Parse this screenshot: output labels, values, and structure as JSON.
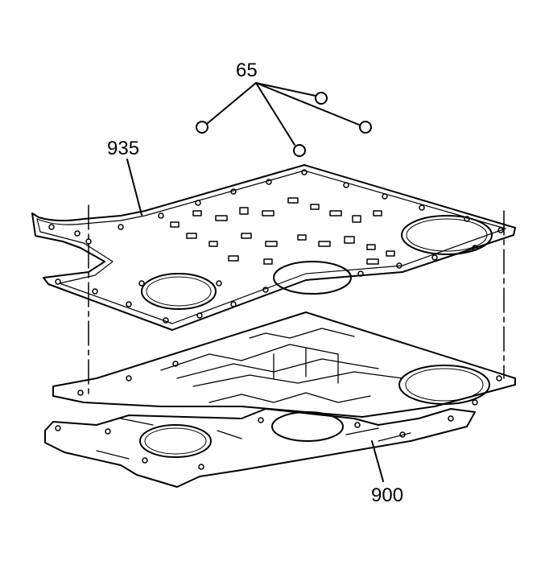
{
  "diagram": {
    "callouts": {
      "seals": "65",
      "gasket": "935",
      "plate": "900"
    },
    "colors": {
      "line": "#000000",
      "background": "#ffffff"
    }
  }
}
